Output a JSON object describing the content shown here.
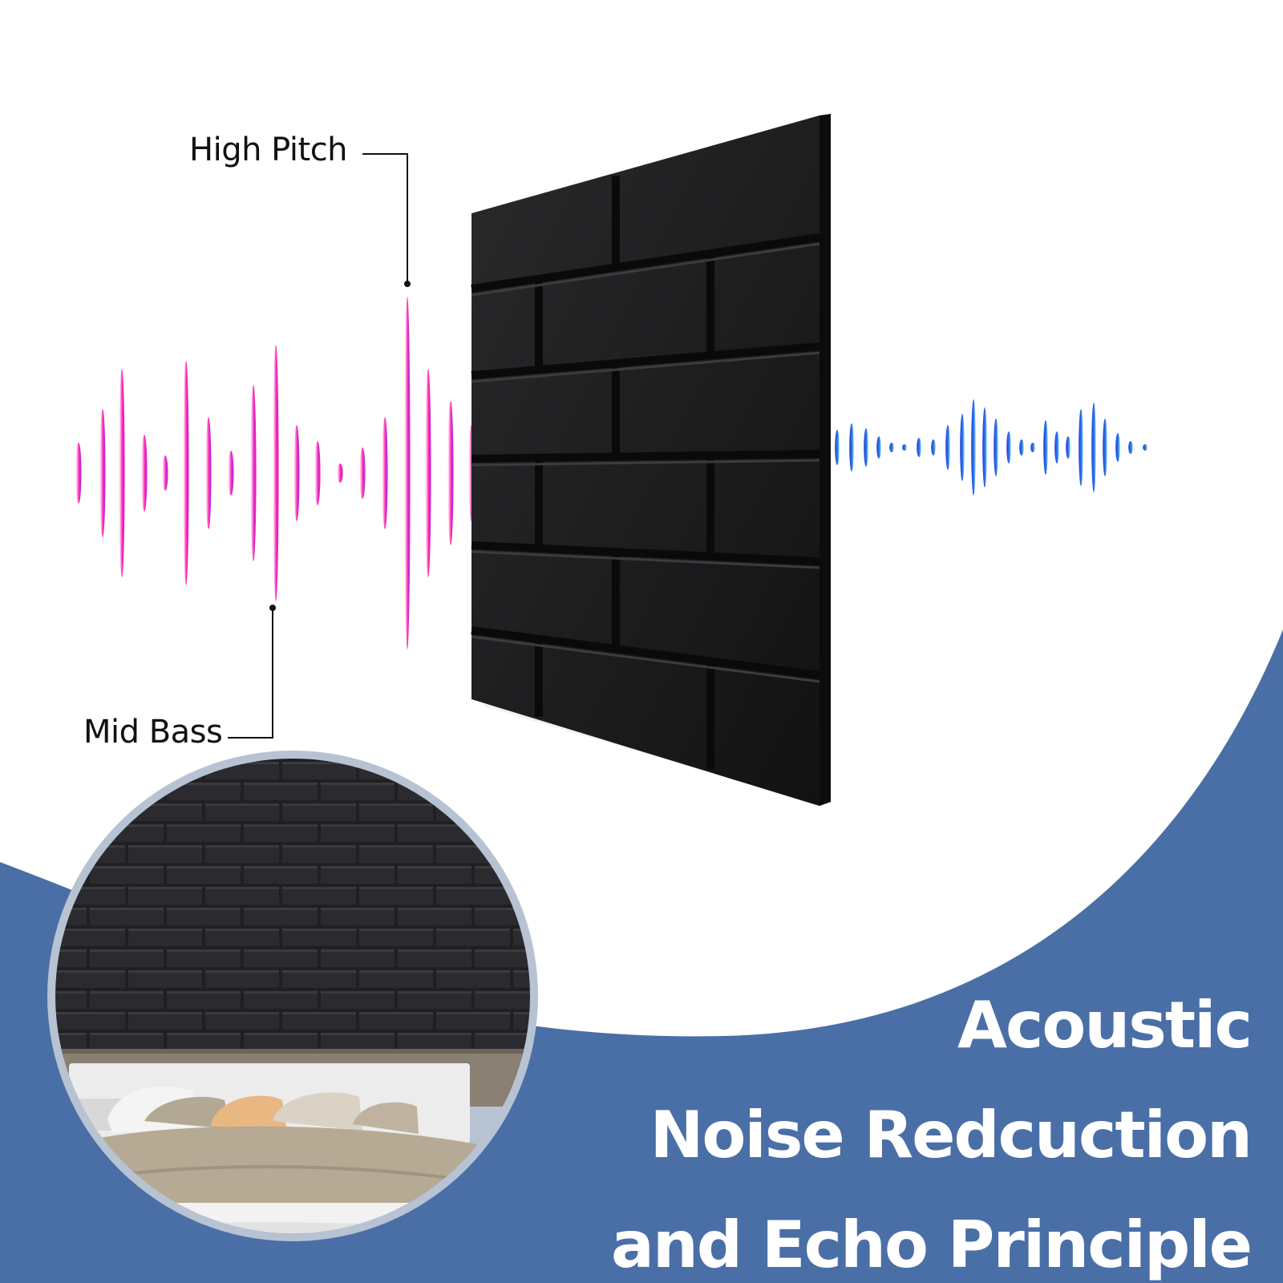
{
  "callouts": {
    "high_pitch": "High Pitch",
    "mid_bass": "Mid Bass"
  },
  "headline": {
    "line1": "Acoustic",
    "line2": "Noise Redcuction",
    "line3": "and Echo Principle"
  },
  "colors": {
    "background": "#ffffff",
    "band_blue": "#4a6fa6",
    "panel_black": "#151515",
    "wave_pink": "#ff2fb8",
    "wave_purple": "#8a2be2",
    "wave_blue": "#3a7ee8",
    "headline_text": "#ffffff"
  }
}
